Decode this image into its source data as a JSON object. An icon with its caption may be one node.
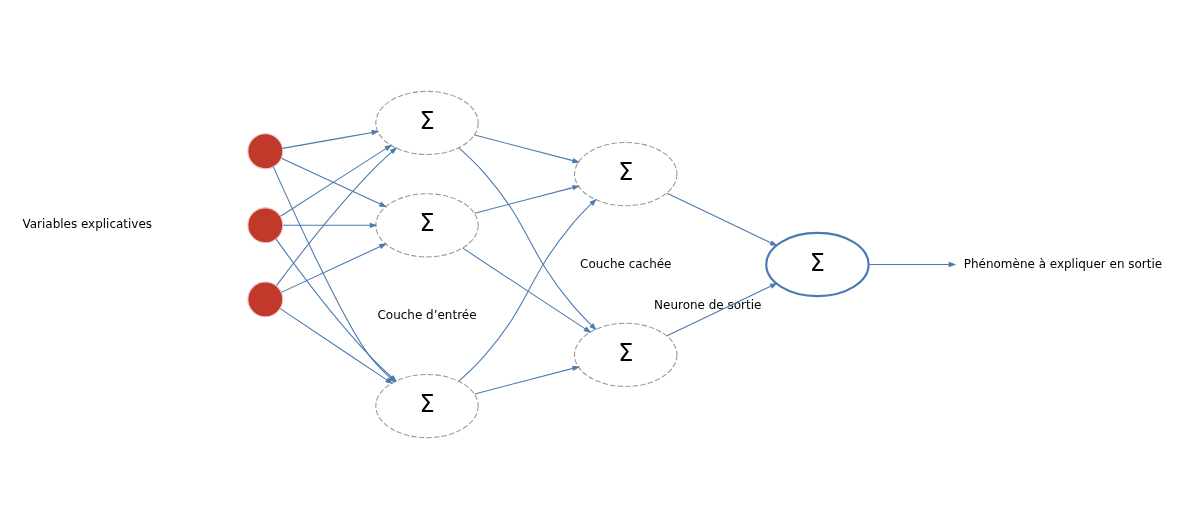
{
  "diagram": {
    "nodes": [
      {
        "text": [],
        "shape": "circle"
      },
      {
        "text": [],
        "shape": "circle"
      },
      {
        "text": [],
        "shape": "circle"
      },
      {
        "text": [
          "Σ"
        ]
      },
      {
        "text": [
          "Σ"
        ]
      },
      {
        "text": [
          "Σ"
        ]
      },
      {
        "text": [
          "Σ"
        ]
      },
      {
        "text": [
          "Σ"
        ]
      },
      {
        "text": [
          "Σ"
        ],
        "beside": [
          "Neurone de sortie"
        ]
      },
      {
        "text": [
          "Phénomène à expliquer en sortie"
        ]
      }
    ],
    "edges": [
      {
        "from": 0,
        "to": 3,
        "arrow": "to"
      },
      {
        "from": 0,
        "to": 4,
        "arrow": "to"
      },
      {
        "from": 0,
        "to": 5,
        "arrow": "to"
      },
      {
        "from": 1,
        "to": 3,
        "arrow": "to"
      },
      {
        "from": 1,
        "to": 4,
        "arrow": "to"
      },
      {
        "from": 1,
        "to": 5,
        "arrow": "to"
      },
      {
        "from": 2,
        "to": 3,
        "arrow": "to"
      },
      {
        "from": 2,
        "to": 4,
        "arrow": "to"
      },
      {
        "from": 2,
        "to": 5,
        "arrow": "to"
      },
      {
        "from": 3,
        "to": 6,
        "arrow": "to"
      },
      {
        "from": 3,
        "to": 7,
        "arrow": "to"
      },
      {
        "from": 4,
        "to": 6,
        "arrow": "to"
      },
      {
        "from": 4,
        "to": 7,
        "arrow": "to"
      },
      {
        "from": 5,
        "to": 6,
        "arrow": "to"
      },
      {
        "from": 5,
        "to": 7,
        "arrow": "to"
      },
      {
        "from": 6,
        "to": 8,
        "arrow": "to"
      },
      {
        "from": 7,
        "to": 8,
        "arrow": "to"
      },
      {
        "from": 8,
        "to": 9,
        "arrow": "to"
      }
    ],
    "labels": [
      "Couche d’entrée",
      "Couche cachée",
      "Variables explicatives"
    ]
  }
}
